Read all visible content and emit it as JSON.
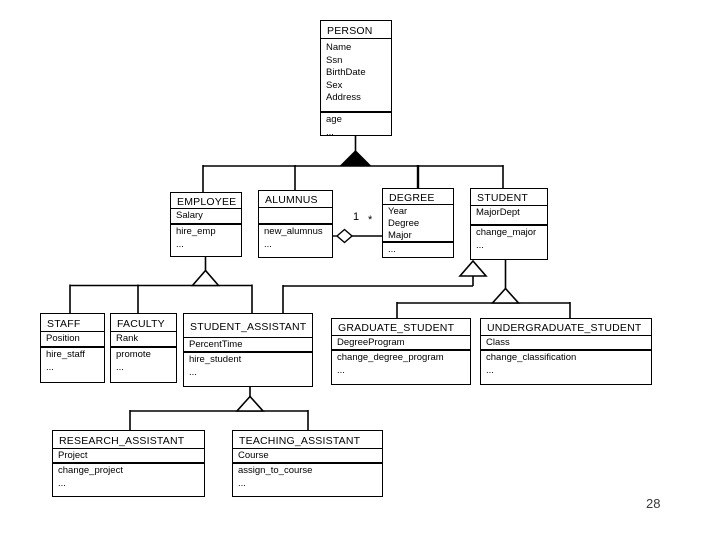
{
  "page": {
    "page_number": "28"
  },
  "diagram": {
    "type": "eer-class-hierarchy",
    "colors": {
      "line": "#000000",
      "box_fill": "#ffffff",
      "filled_triangle": "#000000"
    },
    "classes": [
      {
        "id": "person",
        "title": "PERSON",
        "attributes": [
          "Name",
          "Ssn",
          "BirthDate",
          "Sex",
          "Address"
        ],
        "operations": [
          "age",
          "..."
        ]
      },
      {
        "id": "employee",
        "title": "EMPLOYEE",
        "attributes": [
          "Salary"
        ],
        "operations": [
          "hire_emp",
          "..."
        ]
      },
      {
        "id": "alumnus",
        "title": "ALUMNUS",
        "attributes": [],
        "operations": [
          "new_alumnus",
          "..."
        ]
      },
      {
        "id": "degree",
        "title": "DEGREE",
        "attributes": [
          "Year",
          "Degree",
          "Major"
        ],
        "operations": [
          "..."
        ]
      },
      {
        "id": "student",
        "title": "STUDENT",
        "attributes": [
          "MajorDept"
        ],
        "operations": [
          "change_major",
          "..."
        ]
      },
      {
        "id": "staff",
        "title": "STAFF",
        "attributes": [
          "Position"
        ],
        "operations": [
          "hire_staff",
          "..."
        ]
      },
      {
        "id": "faculty",
        "title": "FACULTY",
        "attributes": [
          "Rank"
        ],
        "operations": [
          "promote",
          "..."
        ]
      },
      {
        "id": "student-assistant",
        "title": "STUDENT_ASSISTANT",
        "attributes": [
          "PercentTime"
        ],
        "operations": [
          "hire_student",
          "..."
        ]
      },
      {
        "id": "graduate-student",
        "title": "GRADUATE_STUDENT",
        "attributes": [
          "DegreeProgram"
        ],
        "operations": [
          "change_degree_program",
          "..."
        ]
      },
      {
        "id": "undergraduate-student",
        "title": "UNDERGRADUATE_STUDENT",
        "attributes": [
          "Class"
        ],
        "operations": [
          "change_classification",
          "..."
        ]
      },
      {
        "id": "research-assistant",
        "title": "RESEARCH_ASSISTANT",
        "attributes": [
          "Project"
        ],
        "operations": [
          "change_project",
          "..."
        ]
      },
      {
        "id": "teaching-assistant",
        "title": "TEACHING_ASSISTANT",
        "attributes": [
          "Course"
        ],
        "operations": [
          "assign_to_course",
          "..."
        ]
      }
    ],
    "relationship": {
      "from": "ALUMNUS",
      "to": "DEGREE",
      "cardinality_one": "1",
      "cardinality_many": "*"
    }
  }
}
